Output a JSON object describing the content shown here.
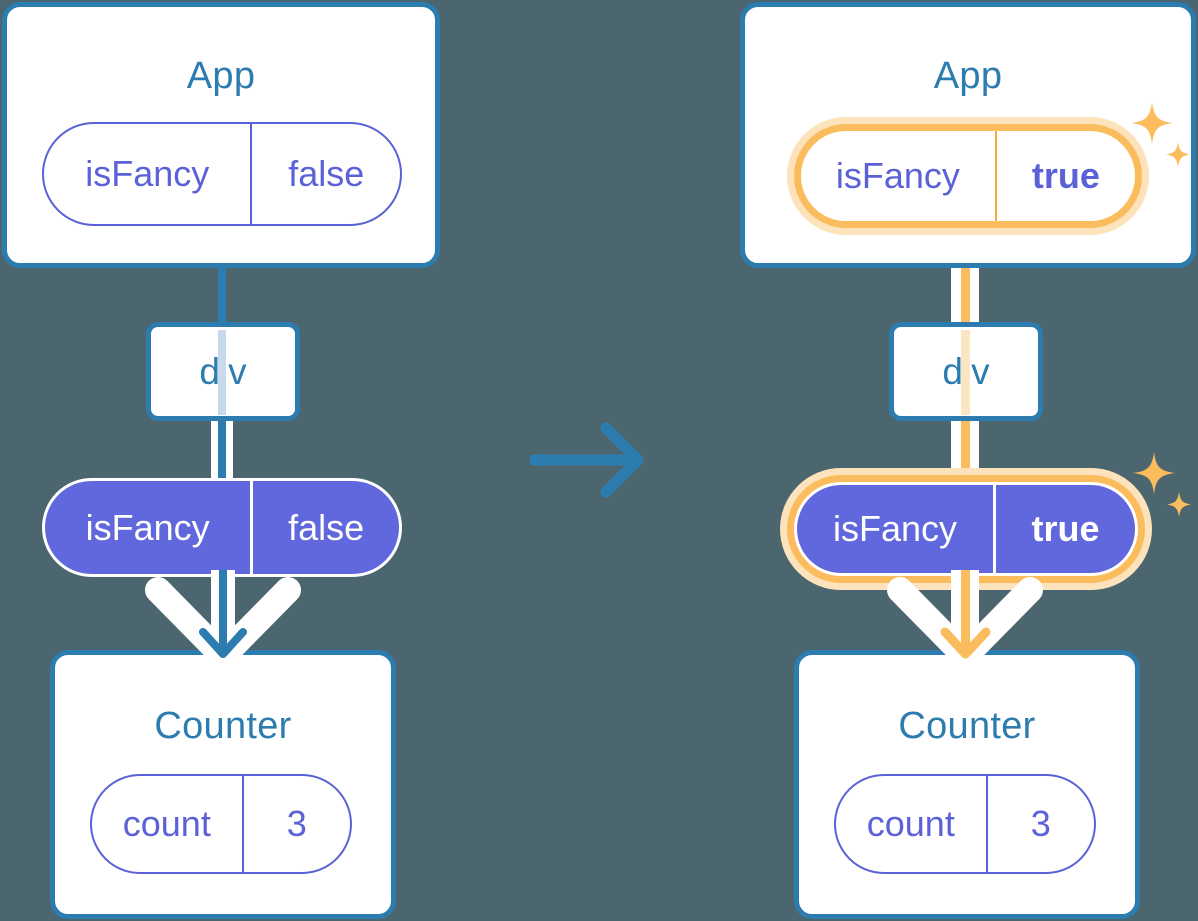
{
  "meta": {
    "kind": "react-state-propagation-diagram",
    "background_color": "#4b666f",
    "blue": "#2d7cb0",
    "purple": "#5b61d6",
    "purple_fill": "#6167dd",
    "amber": "#fbbc5e",
    "amber_glow": "#fce3bb",
    "white": "#ffffff"
  },
  "left": {
    "app_card": {
      "title": "App",
      "state_pill": {
        "name": "isFancy",
        "value": "false",
        "highlighted": false,
        "value_bold": false
      }
    },
    "div_node": {
      "label": "div"
    },
    "props_pill": {
      "name": "isFancy",
      "value": "false",
      "highlighted": false,
      "value_bold": false
    },
    "counter_card": {
      "title": "Counter",
      "state_pill": {
        "name": "count",
        "value": "3",
        "highlighted": false,
        "value_bold": false
      }
    },
    "sparkles_visible": false
  },
  "transition": {
    "icon": "arrow-right-icon",
    "color": "#2d7cb0"
  },
  "right": {
    "app_card": {
      "title": "App",
      "state_pill": {
        "name": "isFancy",
        "value": "true",
        "highlighted": true,
        "value_bold": true
      }
    },
    "div_node": {
      "label": "div"
    },
    "props_pill": {
      "name": "isFancy",
      "value": "true",
      "highlighted": true,
      "value_bold": true
    },
    "counter_card": {
      "title": "Counter",
      "state_pill": {
        "name": "count",
        "value": "3",
        "highlighted": false,
        "value_bold": false
      }
    },
    "sparkles_visible": true,
    "sparkle_icons": [
      "sparkle-large-icon",
      "sparkle-small-icon"
    ]
  }
}
